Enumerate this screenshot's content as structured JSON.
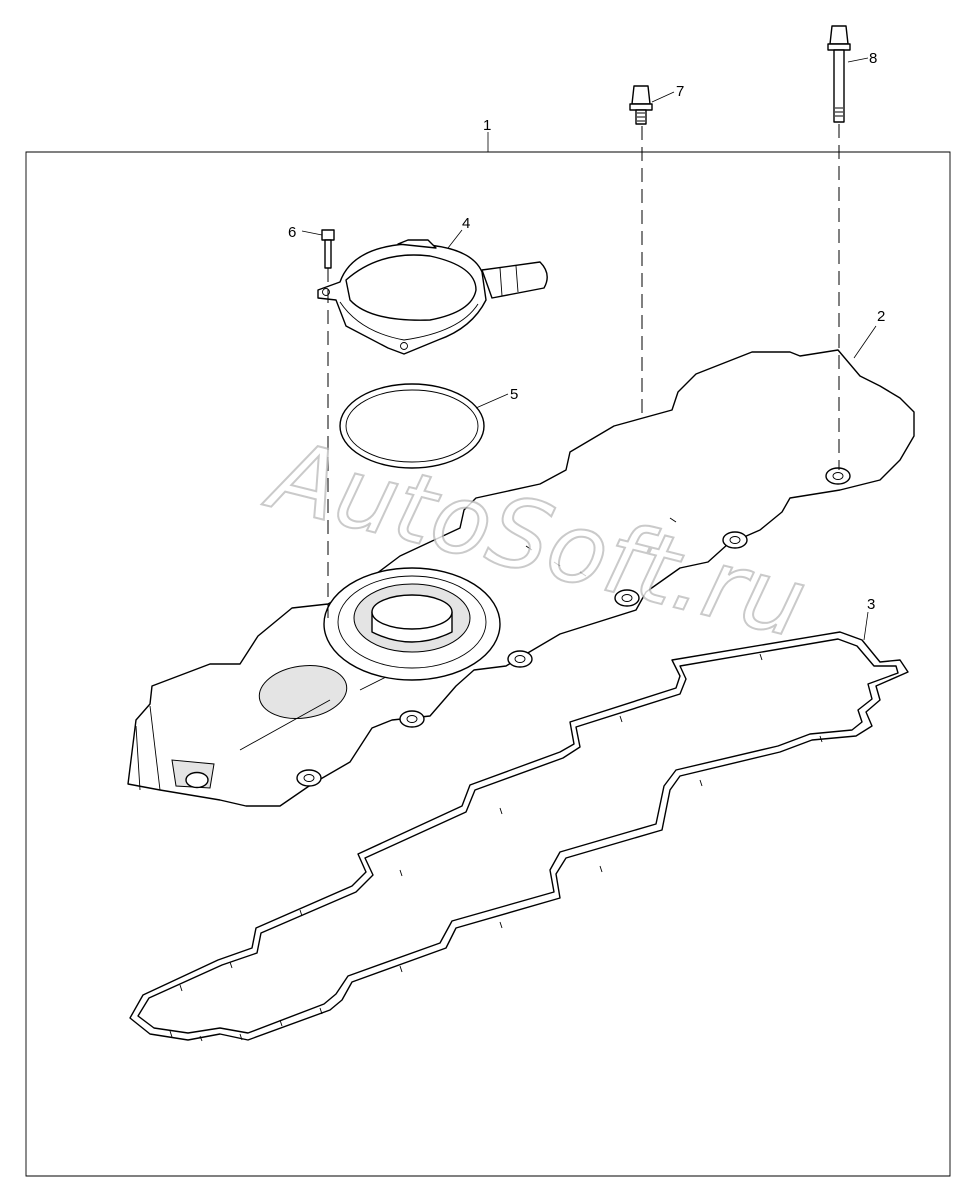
{
  "watermark": "AutoSoft.ru",
  "callouts": [
    {
      "id": "1",
      "label": "1"
    },
    {
      "id": "2",
      "label": "2"
    },
    {
      "id": "3",
      "label": "3"
    },
    {
      "id": "4",
      "label": "4"
    },
    {
      "id": "5",
      "label": "5"
    },
    {
      "id": "6",
      "label": "6"
    },
    {
      "id": "7",
      "label": "7"
    },
    {
      "id": "8",
      "label": "8"
    }
  ]
}
